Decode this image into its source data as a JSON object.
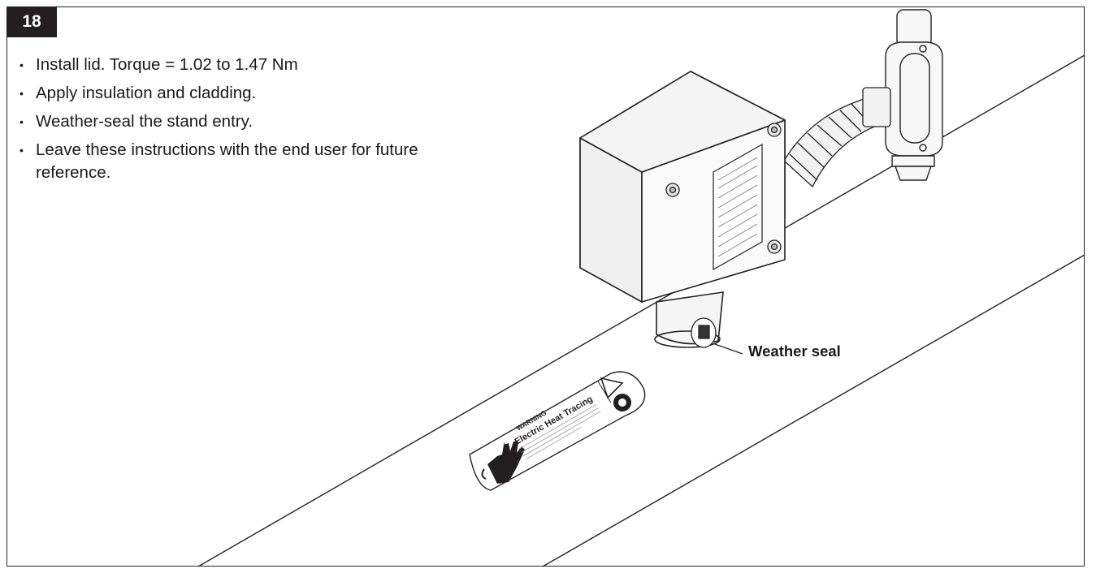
{
  "step": {
    "number": "18"
  },
  "instructions": [
    "Install lid. Torque = 1.02 to 1.47 Nm",
    "Apply insulation and cladding.",
    "Weather-seal the stand entry.",
    "Leave these instructions with the end user for future reference."
  ],
  "callouts": {
    "weather_seal": "Weather seal"
  },
  "label": {
    "warning": "WARNING",
    "title": "Electric Heat Tracing"
  },
  "colors": {
    "ink": "#231f20",
    "badge": "#231f20",
    "box_fill": "#f7f7f7"
  }
}
